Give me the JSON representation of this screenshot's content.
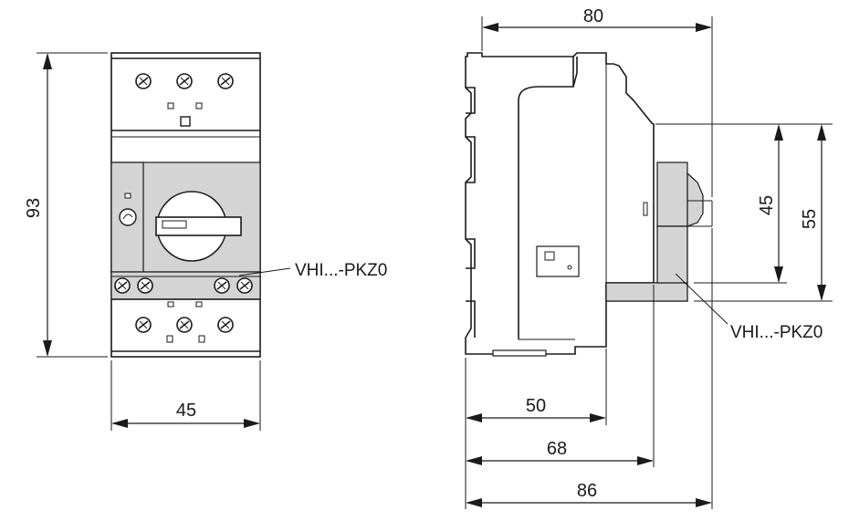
{
  "front_view": {
    "height_dim": "93",
    "width_dim": "45",
    "accessory_label": "VHI...-PKZ0"
  },
  "side_view": {
    "top_width_dim": "80",
    "inner_height_dim": "45",
    "outer_height_dim": "55",
    "depth_dim_1": "50",
    "depth_dim_2": "68",
    "depth_dim_3": "86",
    "accessory_label": "VHI...-PKZ0"
  }
}
